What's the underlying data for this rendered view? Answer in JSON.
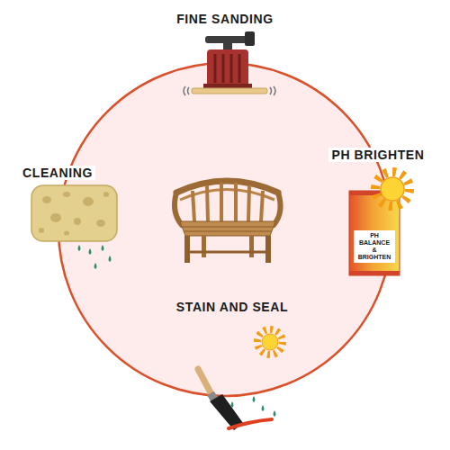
{
  "diagram": {
    "labels": [
      "FINE SANDING",
      "CLEANING",
      "PH BRIGHTEN",
      "PH BALANCE & BRIGHTEN",
      "STAIN AND SEAL"
    ]
  }
}
